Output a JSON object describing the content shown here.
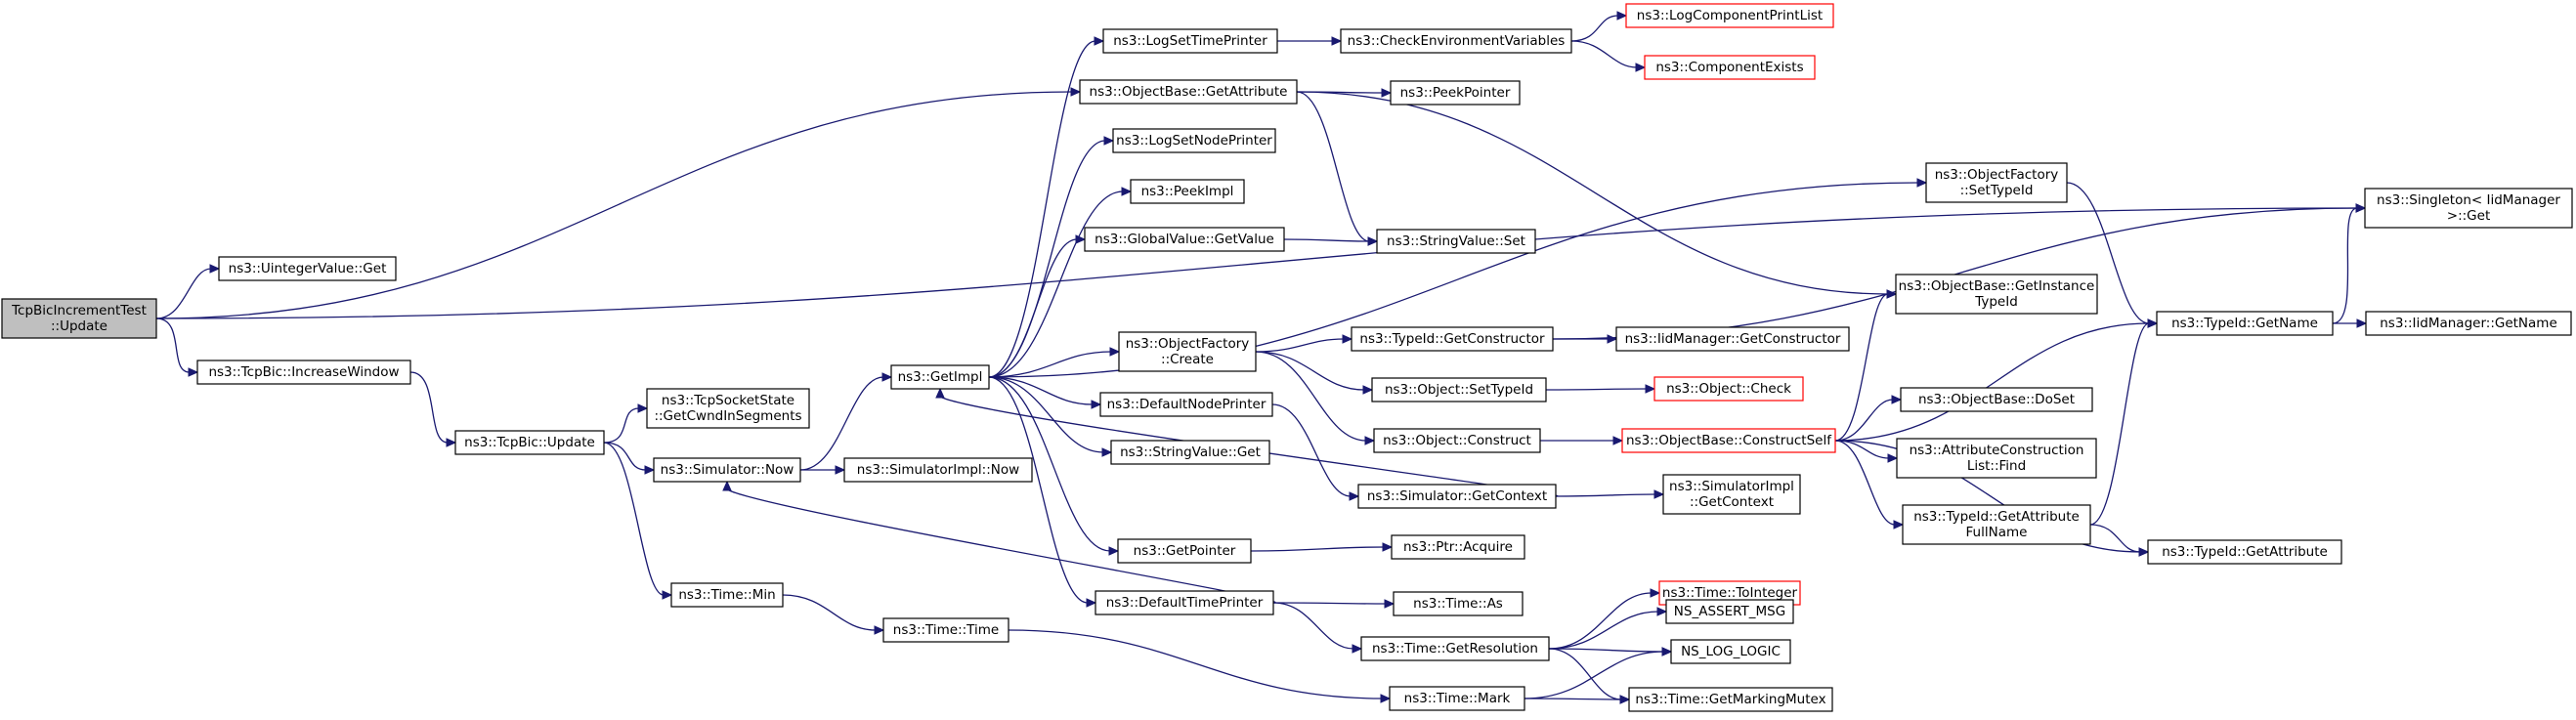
{
  "graph": {
    "nodes": [
      {
        "id": "root",
        "lines": [
          "TcpBicIncrementTest",
          "::Update"
        ],
        "kind": "root"
      },
      {
        "id": "uintGet",
        "lines": [
          "ns3::UintegerValue::Get"
        ],
        "kind": "normal"
      },
      {
        "id": "incWin",
        "lines": [
          "ns3::TcpBic::IncreaseWindow"
        ],
        "kind": "normal"
      },
      {
        "id": "bicUpd",
        "lines": [
          "ns3::TcpBic::Update"
        ],
        "kind": "normal"
      },
      {
        "id": "getCwnd",
        "lines": [
          "ns3::TcpSocketState",
          "::GetCwndInSegments"
        ],
        "kind": "normal"
      },
      {
        "id": "simNow",
        "lines": [
          "ns3::Simulator::Now"
        ],
        "kind": "normal"
      },
      {
        "id": "timeMin",
        "lines": [
          "ns3::Time::Min"
        ],
        "kind": "normal"
      },
      {
        "id": "simImplNow",
        "lines": [
          "ns3::SimulatorImpl::Now"
        ],
        "kind": "normal"
      },
      {
        "id": "timeTime",
        "lines": [
          "ns3::Time::Time"
        ],
        "kind": "normal"
      },
      {
        "id": "getImpl",
        "lines": [
          "ns3::GetImpl"
        ],
        "kind": "normal"
      },
      {
        "id": "logTimeP",
        "lines": [
          "ns3::LogSetTimePrinter"
        ],
        "kind": "normal"
      },
      {
        "id": "objGetAttr",
        "lines": [
          "ns3::ObjectBase::GetAttribute"
        ],
        "kind": "normal"
      },
      {
        "id": "logNodeP",
        "lines": [
          "ns3::LogSetNodePrinter"
        ],
        "kind": "normal"
      },
      {
        "id": "peekImpl",
        "lines": [
          "ns3::PeekImpl"
        ],
        "kind": "normal"
      },
      {
        "id": "gvGetValue",
        "lines": [
          "ns3::GlobalValue::GetValue"
        ],
        "kind": "normal"
      },
      {
        "id": "objFactCreate",
        "lines": [
          "ns3::ObjectFactory",
          "::Create"
        ],
        "kind": "normal"
      },
      {
        "id": "defNodeP",
        "lines": [
          "ns3::DefaultNodePrinter"
        ],
        "kind": "normal"
      },
      {
        "id": "strGet",
        "lines": [
          "ns3::StringValue::Get"
        ],
        "kind": "normal"
      },
      {
        "id": "getPointer",
        "lines": [
          "ns3::GetPointer"
        ],
        "kind": "normal"
      },
      {
        "id": "defTimeP",
        "lines": [
          "ns3::DefaultTimePrinter"
        ],
        "kind": "normal"
      },
      {
        "id": "checkEnv",
        "lines": [
          "ns3::CheckEnvironmentVariables"
        ],
        "kind": "normal"
      },
      {
        "id": "peekPtr",
        "lines": [
          "ns3::PeekPointer"
        ],
        "kind": "normal"
      },
      {
        "id": "strSet",
        "lines": [
          "ns3::StringValue::Set"
        ],
        "kind": "normal"
      },
      {
        "id": "tidGetCtor",
        "lines": [
          "ns3::TypeId::GetConstructor"
        ],
        "kind": "normal"
      },
      {
        "id": "objSetTid",
        "lines": [
          "ns3::Object::SetTypeId"
        ],
        "kind": "normal"
      },
      {
        "id": "objConstruct",
        "lines": [
          "ns3::Object::Construct"
        ],
        "kind": "normal"
      },
      {
        "id": "simGetCtx",
        "lines": [
          "ns3::Simulator::GetContext"
        ],
        "kind": "normal"
      },
      {
        "id": "ptrAcquire",
        "lines": [
          "ns3::Ptr::Acquire"
        ],
        "kind": "normal"
      },
      {
        "id": "timeAs",
        "lines": [
          "ns3::Time::As"
        ],
        "kind": "normal"
      },
      {
        "id": "timeGetRes",
        "lines": [
          "ns3::Time::GetResolution"
        ],
        "kind": "normal"
      },
      {
        "id": "timeMark",
        "lines": [
          "ns3::Time::Mark"
        ],
        "kind": "normal"
      },
      {
        "id": "logCompPrint",
        "lines": [
          "ns3::LogComponentPrintList"
        ],
        "kind": "missing"
      },
      {
        "id": "compExists",
        "lines": [
          "ns3::ComponentExists"
        ],
        "kind": "missing"
      },
      {
        "id": "iidGetCtor",
        "lines": [
          "ns3::IidManager::GetConstructor"
        ],
        "kind": "normal"
      },
      {
        "id": "objCheck",
        "lines": [
          "ns3::Object::Check"
        ],
        "kind": "missing"
      },
      {
        "id": "objCtorSelf",
        "lines": [
          "ns3::ObjectBase::ConstructSelf"
        ],
        "kind": "missing"
      },
      {
        "id": "simImplGetCtx",
        "lines": [
          "ns3::SimulatorImpl",
          "::GetContext"
        ],
        "kind": "normal"
      },
      {
        "id": "timeToInt",
        "lines": [
          "ns3::Time::ToInteger"
        ],
        "kind": "missing"
      },
      {
        "id": "nsAssert",
        "lines": [
          "NS_ASSERT_MSG"
        ],
        "kind": "normal"
      },
      {
        "id": "nsLogLogic",
        "lines": [
          "NS_LOG_LOGIC"
        ],
        "kind": "normal"
      },
      {
        "id": "timeGetMutex",
        "lines": [
          "ns3::Time::GetMarkingMutex"
        ],
        "kind": "normal"
      },
      {
        "id": "objFactSetTid",
        "lines": [
          "ns3::ObjectFactory",
          "::SetTypeId"
        ],
        "kind": "normal"
      },
      {
        "id": "objGetInstTid",
        "lines": [
          "ns3::ObjectBase::GetInstance",
          "TypeId"
        ],
        "kind": "normal"
      },
      {
        "id": "objDoSet",
        "lines": [
          "ns3::ObjectBase::DoSet"
        ],
        "kind": "normal"
      },
      {
        "id": "attrFind",
        "lines": [
          "ns3::AttributeConstruction",
          "List::Find"
        ],
        "kind": "normal"
      },
      {
        "id": "tidGetAttrFull",
        "lines": [
          "ns3::TypeId::GetAttribute",
          "FullName"
        ],
        "kind": "normal"
      },
      {
        "id": "tidGetName",
        "lines": [
          "ns3::TypeId::GetName"
        ],
        "kind": "normal"
      },
      {
        "id": "tidGetAttr",
        "lines": [
          "ns3::TypeId::GetAttribute"
        ],
        "kind": "normal"
      },
      {
        "id": "singletonGet",
        "lines": [
          "ns3::Singleton< IidManager",
          " >::Get"
        ],
        "kind": "normal"
      },
      {
        "id": "iidGetName",
        "lines": [
          "ns3::IidManager::GetName"
        ],
        "kind": "normal"
      }
    ],
    "edges": [
      [
        "root",
        "uintGet"
      ],
      [
        "root",
        "incWin"
      ],
      [
        "root",
        "objGetAttr"
      ],
      [
        "root",
        "singletonGet"
      ],
      [
        "incWin",
        "bicUpd"
      ],
      [
        "bicUpd",
        "getCwnd"
      ],
      [
        "bicUpd",
        "simNow"
      ],
      [
        "bicUpd",
        "timeMin"
      ],
      [
        "simNow",
        "getImpl"
      ],
      [
        "simNow",
        "simImplNow"
      ],
      [
        "timeMin",
        "timeTime"
      ],
      [
        "timeTime",
        "timeMark"
      ],
      [
        "getImpl",
        "logTimeP"
      ],
      [
        "getImpl",
        "logNodeP"
      ],
      [
        "getImpl",
        "peekImpl"
      ],
      [
        "getImpl",
        "gvGetValue"
      ],
      [
        "getImpl",
        "objFactCreate"
      ],
      [
        "getImpl",
        "defNodeP"
      ],
      [
        "getImpl",
        "strGet"
      ],
      [
        "getImpl",
        "getPointer"
      ],
      [
        "getImpl",
        "defTimeP"
      ],
      [
        "getImpl",
        "objFactSetTid"
      ],
      [
        "logTimeP",
        "checkEnv"
      ],
      [
        "checkEnv",
        "logCompPrint"
      ],
      [
        "checkEnv",
        "compExists"
      ],
      [
        "objGetAttr",
        "peekPtr"
      ],
      [
        "objGetAttr",
        "strSet"
      ],
      [
        "objGetAttr",
        "objGetInstTid"
      ],
      [
        "gvGetValue",
        "strSet"
      ],
      [
        "objFactCreate",
        "tidGetCtor"
      ],
      [
        "objFactCreate",
        "objSetTid"
      ],
      [
        "objFactCreate",
        "objConstruct"
      ],
      [
        "tidGetCtor",
        "iidGetCtor"
      ],
      [
        "tidGetCtor",
        "singletonGet"
      ],
      [
        "objSetTid",
        "objCheck"
      ],
      [
        "objConstruct",
        "objCtorSelf"
      ],
      [
        "defNodeP",
        "simGetCtx"
      ],
      [
        "simGetCtx",
        "simImplGetCtx"
      ],
      [
        "simGetCtx",
        "getImpl"
      ],
      [
        "getPointer",
        "ptrAcquire"
      ],
      [
        "defTimeP",
        "timeAs"
      ],
      [
        "defTimeP",
        "timeGetRes"
      ],
      [
        "defTimeP",
        "simNow"
      ],
      [
        "timeGetRes",
        "timeToInt"
      ],
      [
        "timeGetRes",
        "nsAssert"
      ],
      [
        "timeGetRes",
        "nsLogLogic"
      ],
      [
        "timeGetRes",
        "timeGetMutex"
      ],
      [
        "timeMark",
        "nsLogLogic"
      ],
      [
        "timeMark",
        "timeGetMutex"
      ],
      [
        "objCtorSelf",
        "objGetInstTid"
      ],
      [
        "objCtorSelf",
        "tidGetName"
      ],
      [
        "objCtorSelf",
        "objDoSet"
      ],
      [
        "objCtorSelf",
        "attrFind"
      ],
      [
        "objCtorSelf",
        "tidGetAttrFull"
      ],
      [
        "objCtorSelf",
        "tidGetAttr"
      ],
      [
        "objFactSetTid",
        "tidGetName"
      ],
      [
        "tidGetAttrFull",
        "tidGetName"
      ],
      [
        "tidGetAttrFull",
        "tidGetAttr"
      ],
      [
        "tidGetName",
        "singletonGet"
      ],
      [
        "tidGetName",
        "iidGetName"
      ]
    ],
    "colors": {
      "edge": "#191970",
      "node_border": "#000000",
      "missing_border": "#ff0000",
      "root_fill": "#bfbfbf"
    }
  }
}
